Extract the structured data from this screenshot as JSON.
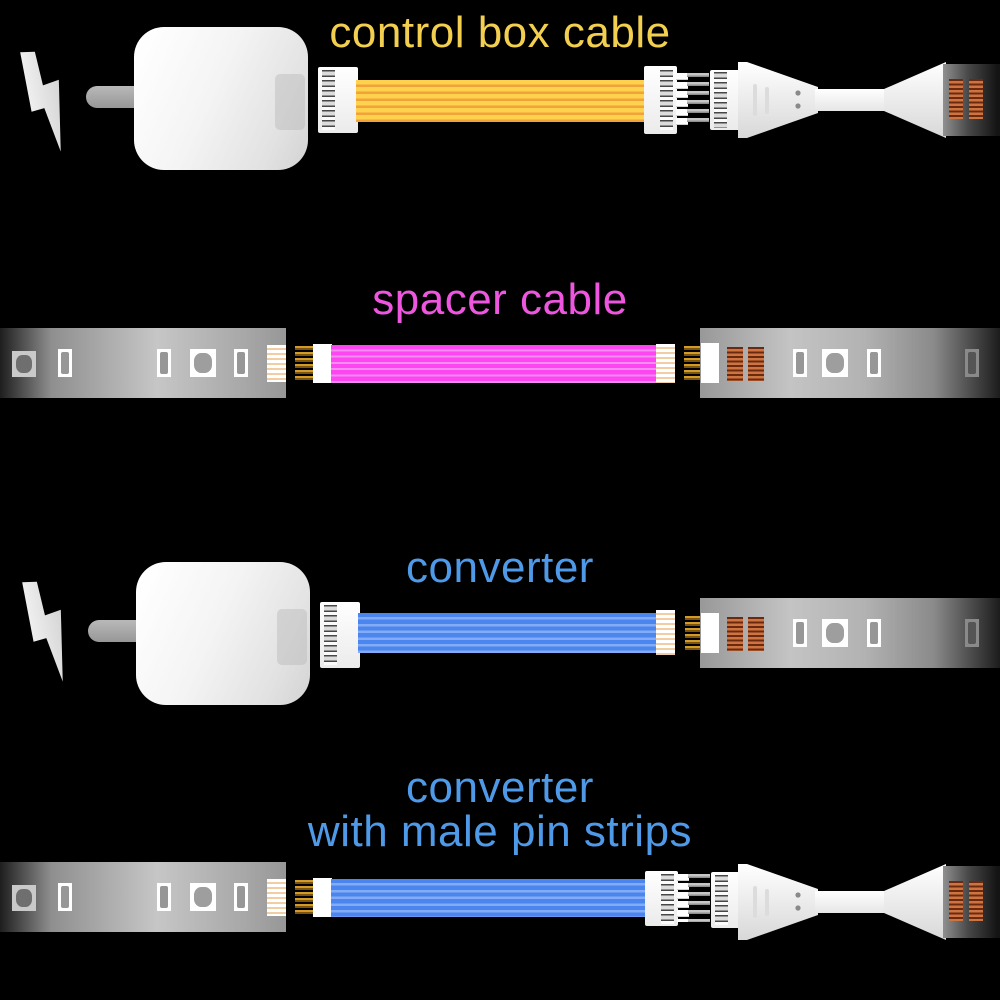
{
  "background_color": "#000000",
  "rows": [
    {
      "id": "control-box-cable",
      "label": "control box cable",
      "label_color": "#f2cf4e",
      "cable_color_primary": "#ffd24e",
      "cable_color_stripe": "#f1a33b",
      "left_component": "power-adapter-with-plug",
      "right_component": "led-strip-end-connector"
    },
    {
      "id": "spacer-cable",
      "label": "spacer cable",
      "label_color": "#ee56e0",
      "cable_color_primary": "#fd45f2",
      "cable_color_stripe": "#f18df1",
      "left_component": "led-strip",
      "right_component": "led-strip"
    },
    {
      "id": "converter",
      "label": "converter",
      "label_color": "#4f9ae8",
      "cable_color_primary": "#4b86ef",
      "cable_color_stripe": "#83abf6",
      "left_component": "power-adapter-with-plug",
      "right_component": "led-strip"
    },
    {
      "id": "converter-with-male-pin-strips",
      "label": "converter",
      "label2": "with male pin strips",
      "label_color": "#4f9ae8",
      "cable_color_primary": "#4b86ef",
      "cable_color_stripe": "#83abf6",
      "left_component": "led-strip",
      "right_component": "led-strip-end-connector"
    }
  ],
  "shared_colors": {
    "gold_pins": "#d29a28",
    "gray_pins": "#9f9f9f",
    "copper_pads": "#cd7440",
    "strip_body_gray": "#b5b5b5",
    "connector_white": "#ffffff"
  }
}
